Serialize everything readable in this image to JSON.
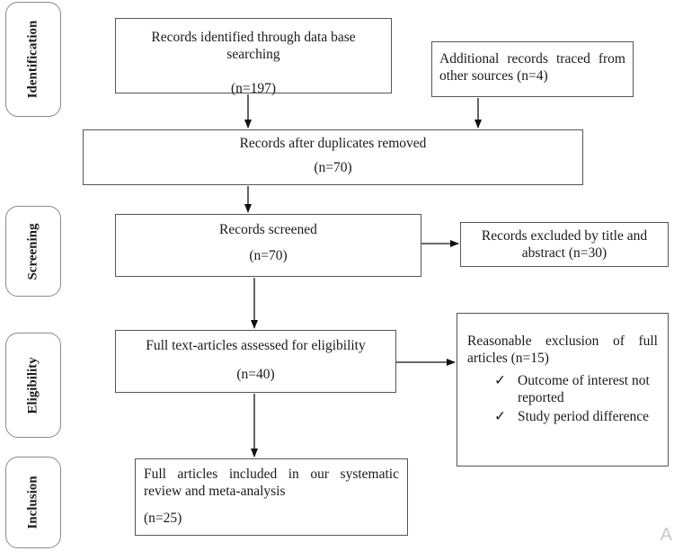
{
  "phases": {
    "identification": "Identification",
    "screening": "Screening",
    "eligibility": "Eligibility",
    "inclusion": "Inclusion"
  },
  "boxes": {
    "database": {
      "text": "Records identified through data base searching",
      "count": "(n=197)"
    },
    "additional": {
      "text": "Additional records traced from other sources (n=4)"
    },
    "deduplicated": {
      "text": "Records after duplicates removed",
      "count": "(n=70)"
    },
    "screened": {
      "text": "Records screened",
      "count": "(n=70)"
    },
    "excluded": {
      "text": "Records excluded by title and abstract (n=30)"
    },
    "full_text": {
      "text": "Full text-articles assessed for eligibility",
      "count": "(n=40)"
    },
    "exclusion": {
      "text": "Reasonable exclusion of full articles (n=15)",
      "check_symbol": "✓",
      "reasons": [
        "Outcome of interest not reported",
        "Study period difference"
      ]
    },
    "included": {
      "text": "Full articles included in our systematic review and meta-analysis",
      "count": "(n=25)"
    }
  },
  "watermark": "A"
}
